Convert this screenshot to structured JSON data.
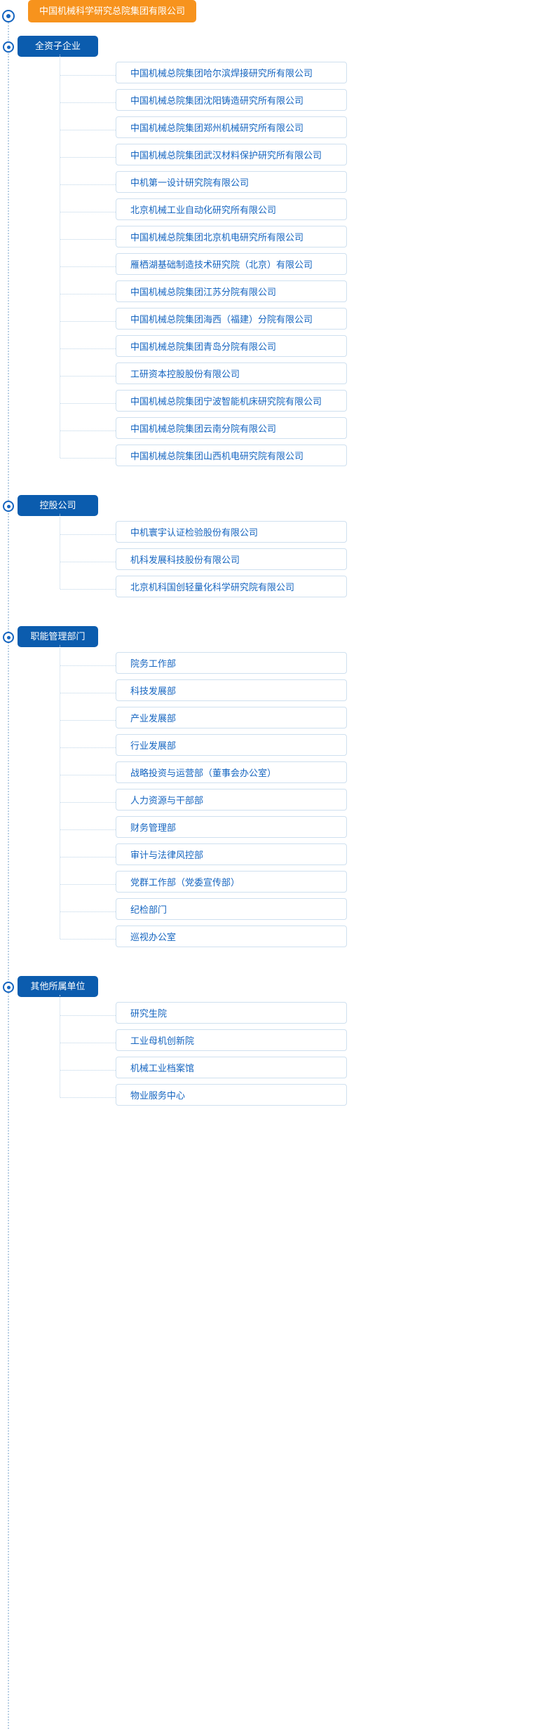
{
  "root": {
    "label": "中国机械科学研究总院集团有限公司",
    "color": "#f7931d",
    "marker_icon": "radio-target-icon"
  },
  "theme": {
    "group_header_color": "#0b5cae",
    "item_text_color": "#1565c0",
    "item_border_color": "#cfe0ef",
    "connector_color": "#bdd4e7",
    "background": "#ffffff"
  },
  "groups": [
    {
      "label": "全资子企业",
      "marker_icon": "radio-target-icon",
      "items": [
        {
          "label": "中国机械总院集团哈尔滨焊接研究所有限公司"
        },
        {
          "label": "中国机械总院集团沈阳铸造研究所有限公司"
        },
        {
          "label": "中国机械总院集团郑州机械研究所有限公司"
        },
        {
          "label": "中国机械总院集团武汉材料保护研究所有限公司"
        },
        {
          "label": "中机第一设计研究院有限公司"
        },
        {
          "label": "北京机械工业自动化研究所有限公司"
        },
        {
          "label": "中国机械总院集团北京机电研究所有限公司"
        },
        {
          "label": "雁栖湖基础制造技术研究院（北京）有限公司"
        },
        {
          "label": "中国机械总院集团江苏分院有限公司"
        },
        {
          "label": "中国机械总院集团海西（福建）分院有限公司"
        },
        {
          "label": "中国机械总院集团青岛分院有限公司"
        },
        {
          "label": "工研资本控股股份有限公司"
        },
        {
          "label": "中国机械总院集团宁波智能机床研究院有限公司"
        },
        {
          "label": "中国机械总院集团云南分院有限公司"
        },
        {
          "label": "中国机械总院集团山西机电研究院有限公司"
        }
      ]
    },
    {
      "label": "控股公司",
      "marker_icon": "radio-target-icon",
      "items": [
        {
          "label": "中机寰宇认证检验股份有限公司"
        },
        {
          "label": "机科发展科技股份有限公司"
        },
        {
          "label": "北京机科国创轻量化科学研究院有限公司"
        }
      ]
    },
    {
      "label": "职能管理部门",
      "marker_icon": "radio-target-icon",
      "items": [
        {
          "label": "院务工作部"
        },
        {
          "label": "科技发展部"
        },
        {
          "label": "产业发展部"
        },
        {
          "label": "行业发展部"
        },
        {
          "label": "战略投资与运营部（董事会办公室）"
        },
        {
          "label": "人力资源与干部部"
        },
        {
          "label": "财务管理部"
        },
        {
          "label": "审计与法律风控部"
        },
        {
          "label": "党群工作部（党委宣传部）"
        },
        {
          "label": "纪检部门"
        },
        {
          "label": "巡视办公室"
        }
      ]
    },
    {
      "label": "其他所属单位",
      "marker_icon": "radio-target-icon",
      "items": [
        {
          "label": "研究生院"
        },
        {
          "label": "工业母机创新院"
        },
        {
          "label": "机械工业档案馆"
        },
        {
          "label": "物业服务中心"
        }
      ]
    }
  ]
}
